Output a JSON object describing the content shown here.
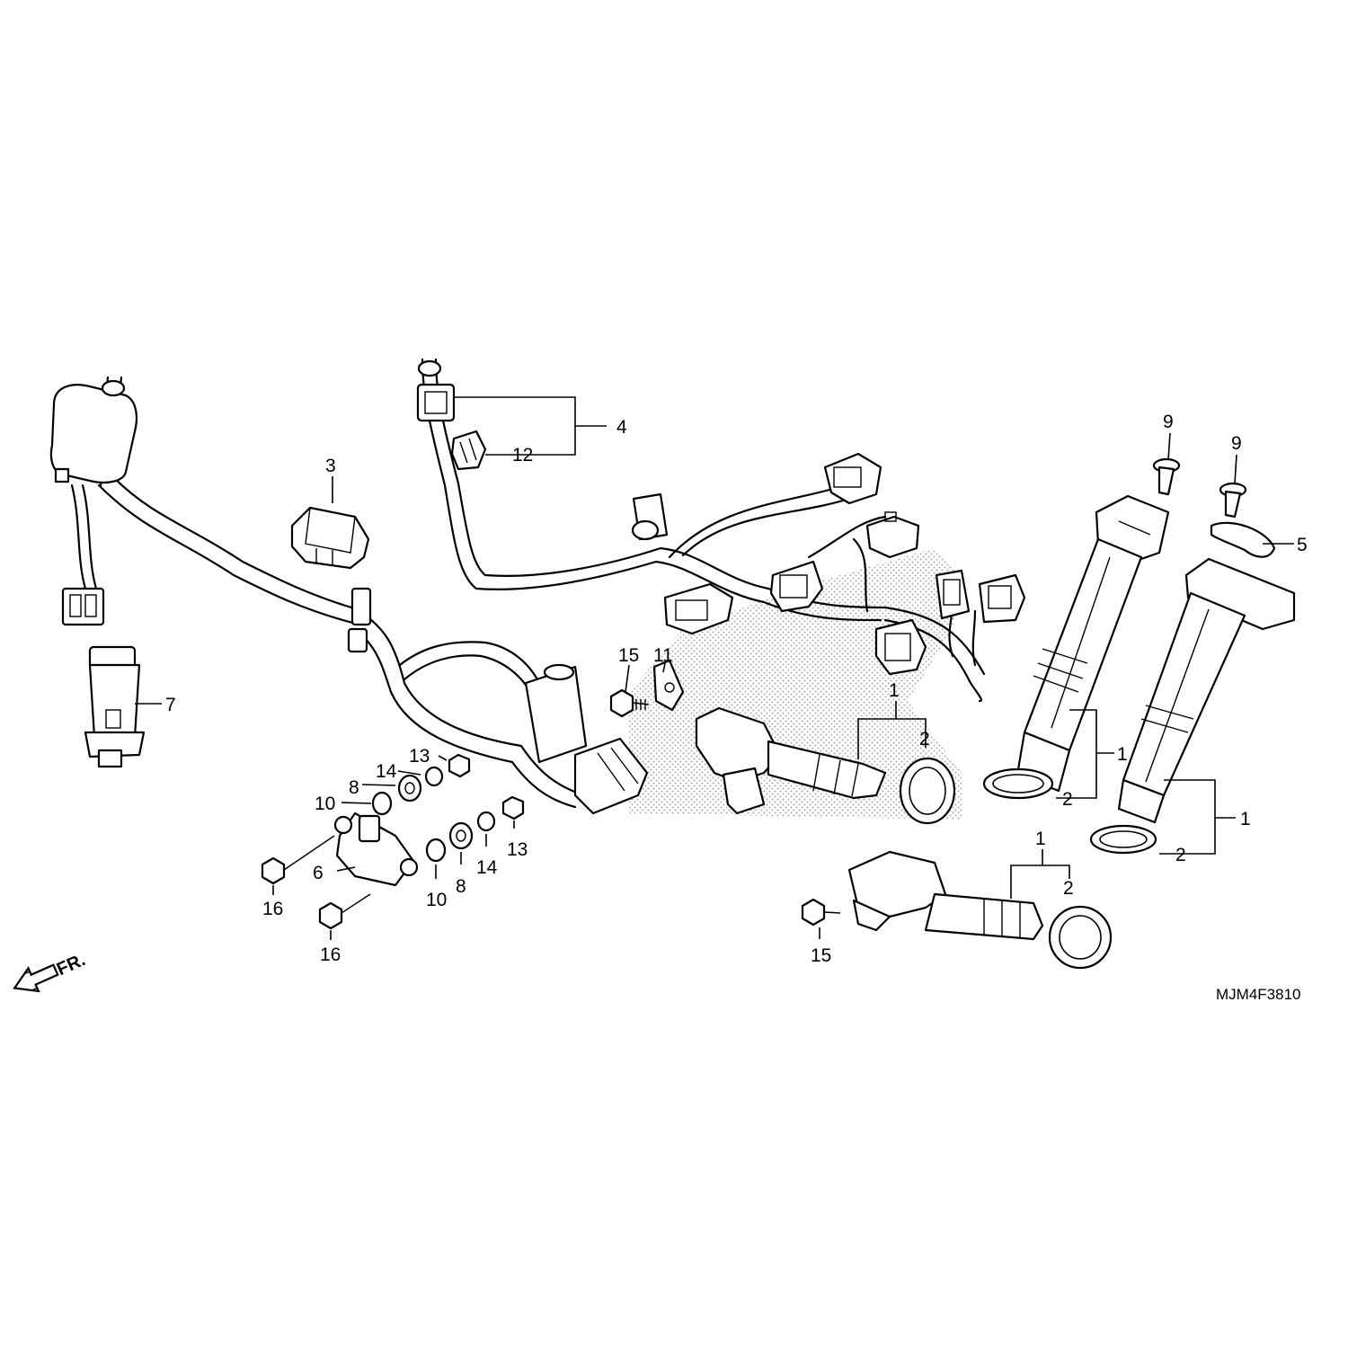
{
  "diagram": {
    "callouts": {
      "c1a": "1",
      "c1b": "1",
      "c1c": "1",
      "c1d": "1",
      "c2a": "2",
      "c2b": "2",
      "c2c": "2",
      "c2d": "2",
      "c3": "3",
      "c4": "4",
      "c5": "5",
      "c6": "6",
      "c7": "7",
      "c8a": "8",
      "c8b": "8",
      "c9a": "9",
      "c9b": "9",
      "c10a": "10",
      "c10b": "10",
      "c11": "11",
      "c12": "12",
      "c13a": "13",
      "c13b": "13",
      "c14a": "14",
      "c14b": "14",
      "c15a": "15",
      "c15b": "15",
      "c16a": "16",
      "c16b": "16"
    },
    "direction_label": "FR.",
    "diagram_code": "MJM4F3810",
    "stipple_color": "#9a9a9a"
  }
}
